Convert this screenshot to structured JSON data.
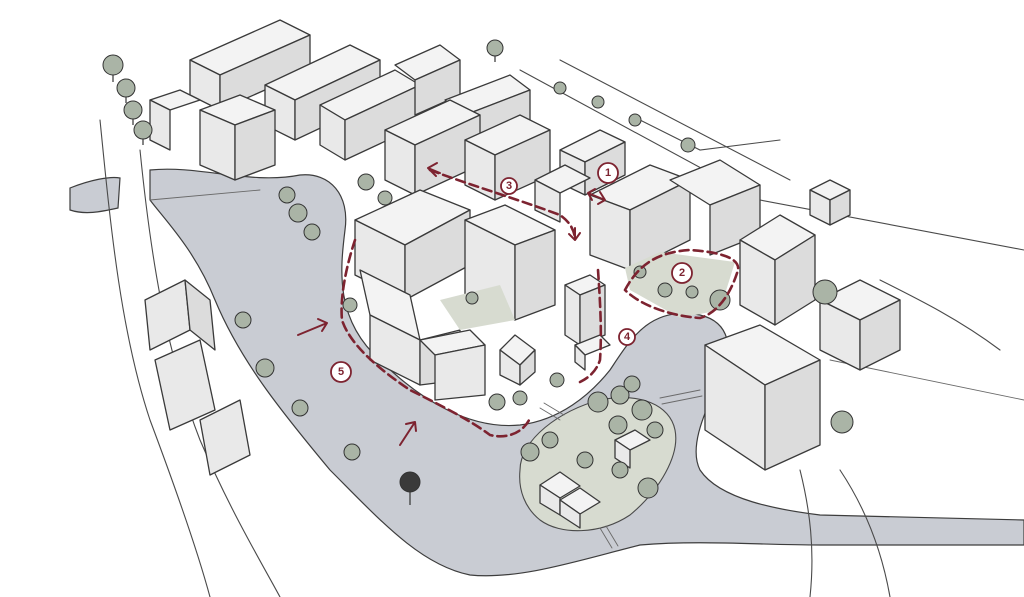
{
  "markers": [
    {
      "id": "1",
      "label": "1"
    },
    {
      "id": "2",
      "label": "2"
    },
    {
      "id": "3",
      "label": "3"
    },
    {
      "id": "4",
      "label": "4"
    },
    {
      "id": "5",
      "label": "5"
    }
  ],
  "colors": {
    "water": "#c9ccd3",
    "building": "#e9e9e9",
    "tree": "#aab4a6",
    "route": "#7d2330",
    "green_space": "#d7dbd0"
  }
}
